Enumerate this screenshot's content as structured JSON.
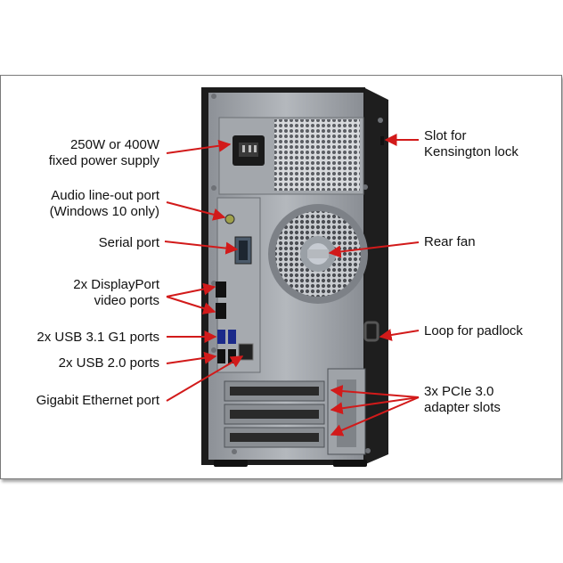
{
  "labels": {
    "power_supply": {
      "line1": "250W or 400W",
      "line2": "fixed power supply"
    },
    "audio": {
      "line1": "Audio line-out port",
      "line2": "(Windows 10 only)"
    },
    "serial": "Serial port",
    "displayport": {
      "line1": "2x DisplayPort",
      "line2": "video ports"
    },
    "usb31": "2x USB 3.1 G1 ports",
    "usb20": "2x USB 2.0 ports",
    "ethernet": "Gigabit Ethernet port",
    "kensington": {
      "line1": "Slot for",
      "line2": "Kensington lock"
    },
    "rear_fan": "Rear fan",
    "padlock": "Loop for padlock",
    "pcie": {
      "line1": "3x PCIe 3.0",
      "line2": "adapter slots"
    }
  },
  "colors": {
    "arrow": "#d21a1a",
    "chassis": "#9a9ea4",
    "bezel": "#1c1c1c"
  }
}
